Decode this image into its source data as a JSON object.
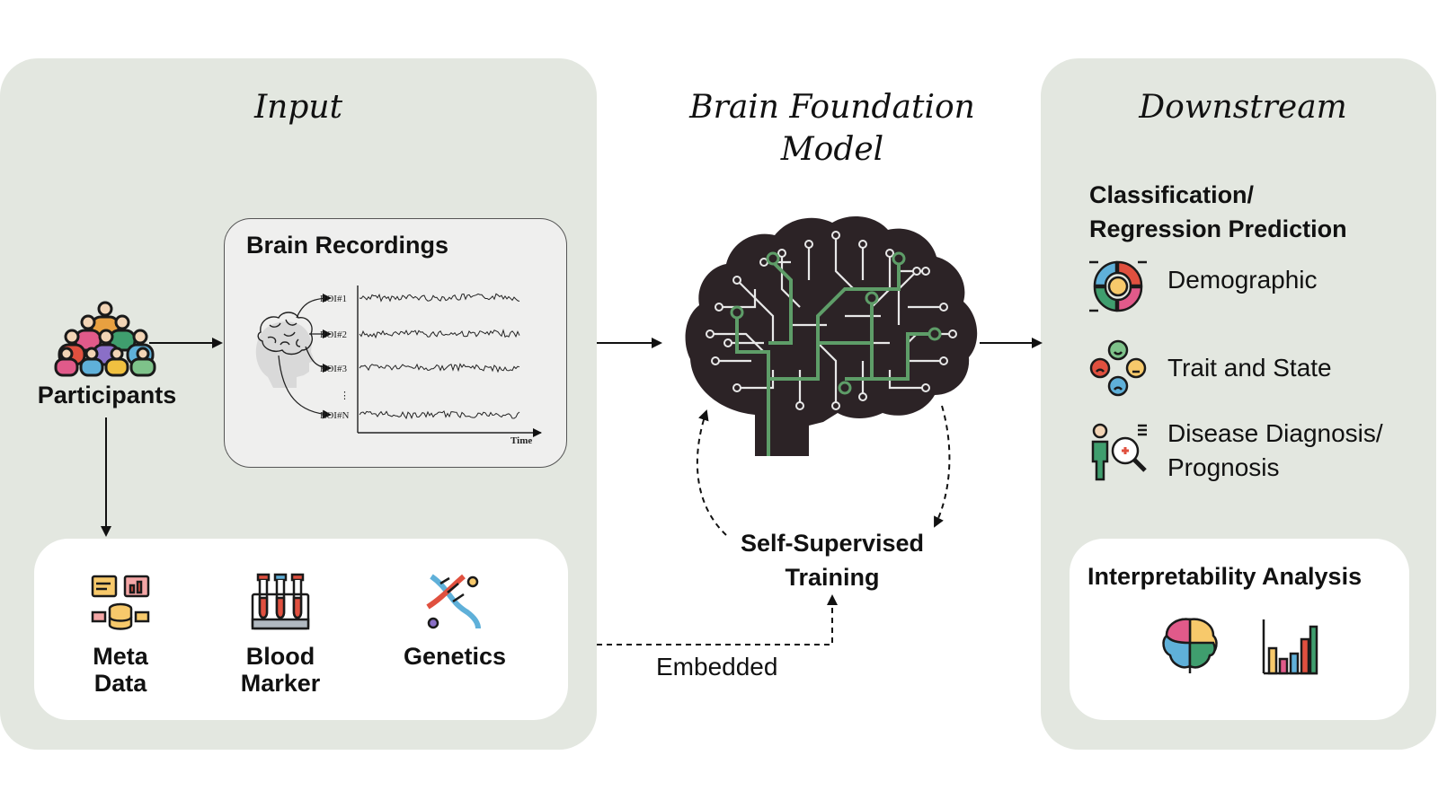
{
  "input": {
    "title": "Input",
    "participants_label": "Participants",
    "recordings": {
      "title": "Brain Recordings",
      "rois": [
        "ROI#1",
        "ROI#2",
        "ROI#3",
        "ROI#N"
      ],
      "ellipsis": "⋮",
      "time_label": "Time"
    },
    "sources": [
      {
        "label": "Meta\nData",
        "icon": "metadata-icon"
      },
      {
        "label": "Blood\nMarker",
        "icon": "test-tubes-icon"
      },
      {
        "label": "Genetics",
        "icon": "dna-icon"
      }
    ]
  },
  "model": {
    "title": "Brain Foundation\nModel",
    "training_label": "Self-Supervised\nTraining",
    "embedded_label": "Embedded"
  },
  "downstream": {
    "title": "Downstream",
    "prediction_heading": "Classification/\nRegression Prediction",
    "items": [
      {
        "label": "Demographic",
        "icon": "demographic-icon"
      },
      {
        "label": "Trait and State",
        "icon": "emotions-icon"
      },
      {
        "label": "Disease Diagnosis/\nPrognosis",
        "icon": "diagnosis-icon"
      }
    ],
    "interpretability_heading": "Interpretability Analysis"
  },
  "colors": {
    "panel_bg": "#e3e7e0",
    "brain_dark": "#2c2326",
    "circuit_light": "#e8e8e8",
    "circuit_green": "#5e9d68"
  }
}
